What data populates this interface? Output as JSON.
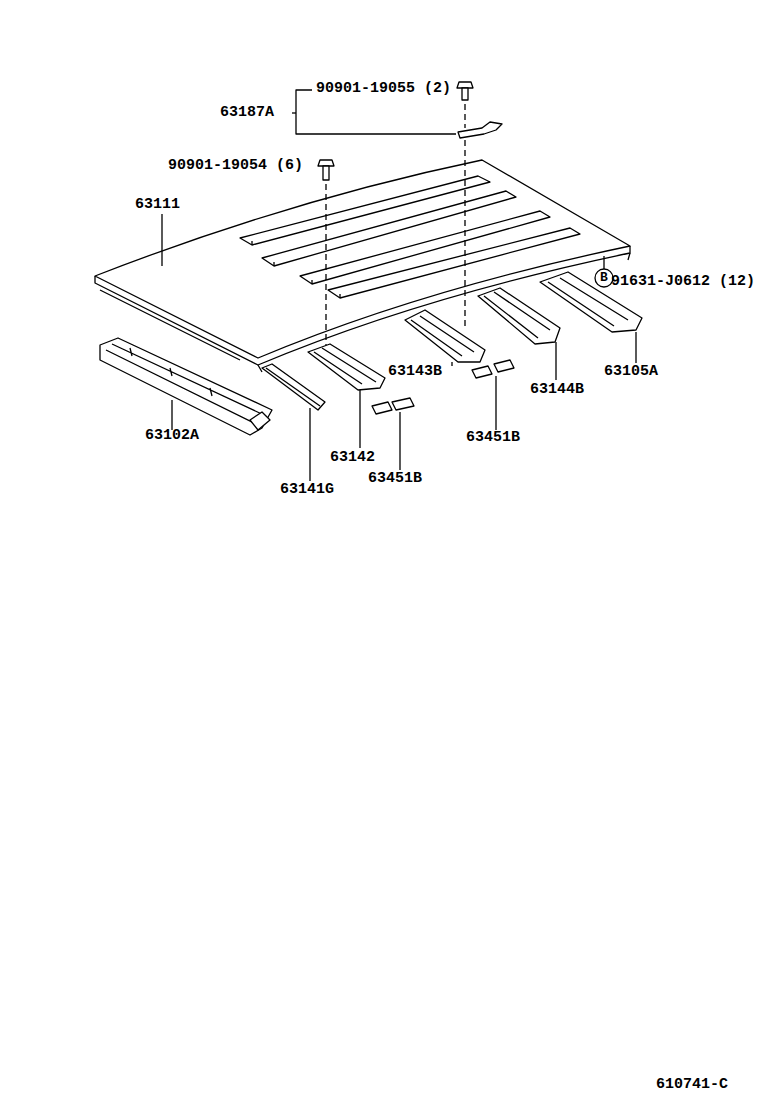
{
  "diagram": {
    "labels": [
      "90901-19055 (2)",
      "63187A",
      "90901-19054 (6)",
      "63111",
      "B",
      "91631-J0612 (12)",
      "63143B",
      "63105A",
      "63144B",
      "63102A",
      "63142",
      "63451B",
      "63141G",
      "63451B",
      "610741-C"
    ]
  }
}
